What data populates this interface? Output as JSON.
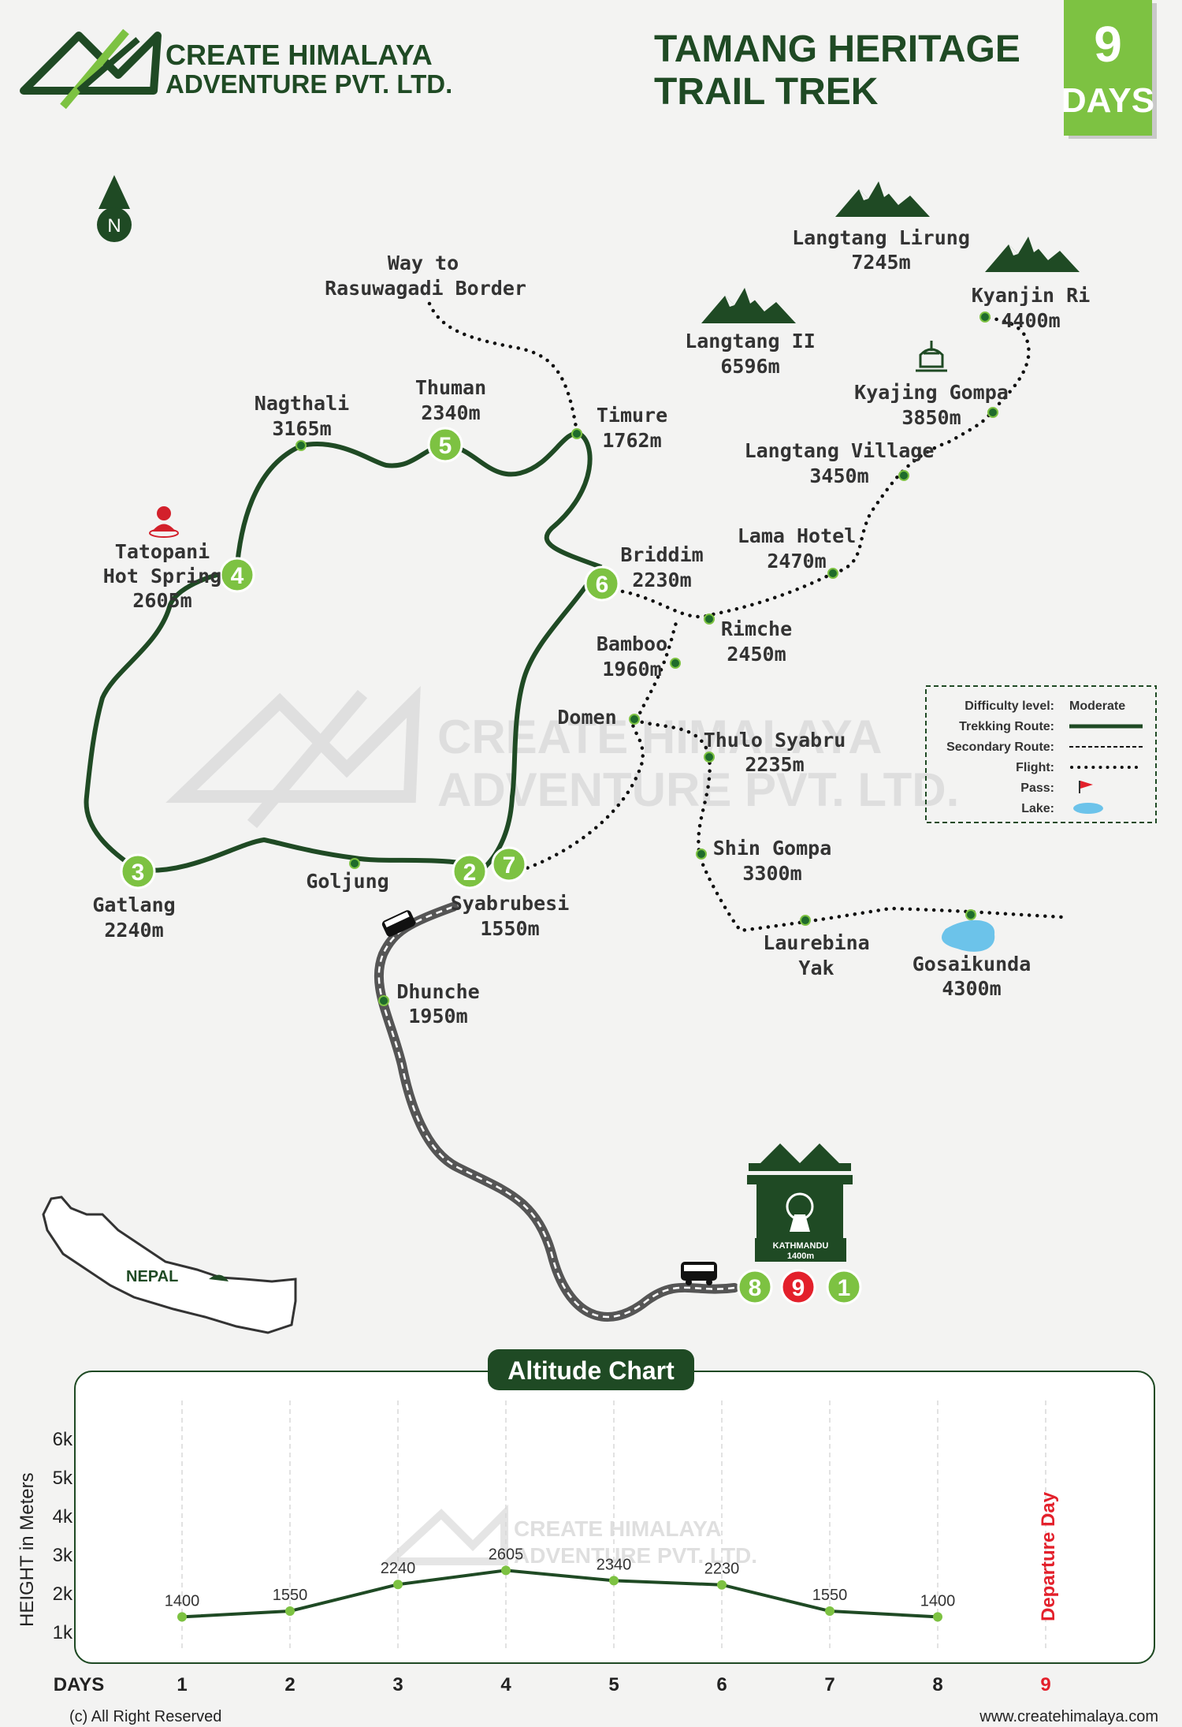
{
  "brand": {
    "line1": "CREATE HIMALAYA",
    "line2": "ADVENTURE PVT. LTD."
  },
  "title": {
    "line1": "TAMANG HERITAGE",
    "line2": "TRAIL TREK"
  },
  "days_badge": {
    "number": "9",
    "label": "DAYS"
  },
  "compass": "N",
  "watermark": {
    "line1": "CREATE HIMALAYA",
    "line2": "ADVENTURE PVT. LTD."
  },
  "places": {
    "way_to": {
      "line1": "Way to",
      "line2": "Rasuwagadi Border"
    },
    "langtang_lirung": {
      "name": "Langtang Lirung",
      "alt": "7245m"
    },
    "kyanjin_ri": {
      "name": "Kyanjin Ri",
      "alt": "4400m"
    },
    "langtang_ii": {
      "name": "Langtang II",
      "alt": "6596m"
    },
    "kyajing_gompa": {
      "name": "Kyajing Gompa",
      "alt": "3850m"
    },
    "langtang_village": {
      "name": "Langtang Village",
      "alt": "3450m"
    },
    "nagthali": {
      "name": "Nagthali",
      "alt": "3165m"
    },
    "thuman": {
      "name": "Thuman",
      "alt": "2340m"
    },
    "timure": {
      "name": "Timure",
      "alt": "1762m"
    },
    "lama_hotel": {
      "name": "Lama Hotel",
      "alt": "2470m"
    },
    "tatopani": {
      "name1": "Tatopani",
      "name2": "Hot Spring",
      "alt": "2605m"
    },
    "briddim": {
      "name": "Briddim",
      "alt": "2230m"
    },
    "rimche": {
      "name": "Rimche",
      "alt": "2450m"
    },
    "bamboo": {
      "name": "Bamboo",
      "alt": "1960m"
    },
    "domen": {
      "name": "Domen"
    },
    "thulo_syabru": {
      "name": "Thulo Syabru",
      "alt": "2235m"
    },
    "shin_gompa": {
      "name": "Shin Gompa",
      "alt": "3300m"
    },
    "gatlang": {
      "name": "Gatlang",
      "alt": "2240m"
    },
    "goljung": {
      "name": "Goljung"
    },
    "syabrubesi": {
      "name": "Syabrubesi",
      "alt": "1550m"
    },
    "laurebina": {
      "name1": "Laurebina",
      "name2": "Yak"
    },
    "gosaikunda": {
      "name": "Gosaikunda",
      "alt": "4300m"
    },
    "dhunche": {
      "name": "Dhunche",
      "alt": "1950m"
    },
    "kathmandu": {
      "name": "KATHMANDU",
      "alt": "1400m"
    },
    "nepal": "NEPAL"
  },
  "day_markers": {
    "d1": "1",
    "d2": "2",
    "d3": "3",
    "d4": "4",
    "d5": "5",
    "d6": "6",
    "d7": "7",
    "d8": "8",
    "d9": "9"
  },
  "legend": {
    "difficulty_label": "Difficulty level:",
    "difficulty_value": "Moderate",
    "trekking": "Trekking Route:",
    "secondary": "Secondary Route:",
    "flight": "Flight:",
    "pass": "Pass:",
    "lake": "Lake:"
  },
  "colors": {
    "dark_green": "#1f4a24",
    "light_green": "#7dc242",
    "red": "#e3202b",
    "lake_blue": "#6cc3ea"
  },
  "chart_data": {
    "type": "line",
    "title": "Altitude Chart",
    "xlabel": "DAYS",
    "ylabel": "HEIGHT in Meters",
    "x": [
      1,
      2,
      3,
      4,
      5,
      6,
      7,
      8,
      9
    ],
    "x_tick_labels": [
      "1",
      "2",
      "3",
      "4",
      "5",
      "6",
      "7",
      "8",
      "9"
    ],
    "y_tick_labels": [
      "6k",
      "5k",
      "4k",
      "3k",
      "2k",
      "1k"
    ],
    "y_ticks": [
      6000,
      5000,
      4000,
      3000,
      2000,
      1000
    ],
    "ylim": [
      600,
      6500
    ],
    "values": [
      1400,
      1550,
      2240,
      2605,
      2340,
      2230,
      1550,
      1400
    ],
    "data_labels": [
      "1400",
      "1550",
      "2240",
      "2605",
      "2340",
      "2230",
      "1550",
      "1400"
    ],
    "annotation": "Departure Day",
    "grid": "vertical-dashed"
  },
  "footer": {
    "copyright": "(c) All Right Reserved",
    "website": "www.createhimalaya.com"
  }
}
